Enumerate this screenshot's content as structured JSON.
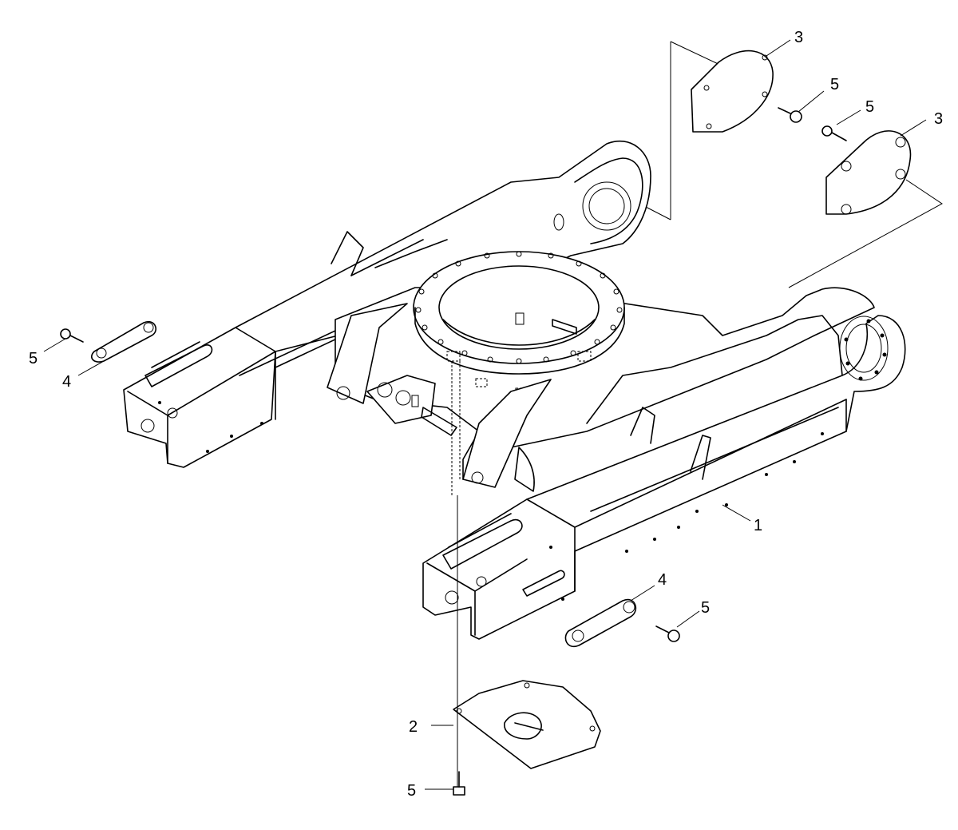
{
  "callouts": [
    {
      "id": "c1",
      "label": "1"
    },
    {
      "id": "c2",
      "label": "2"
    },
    {
      "id": "c3a",
      "label": "3"
    },
    {
      "id": "c3b",
      "label": "3"
    },
    {
      "id": "c4a",
      "label": "4"
    },
    {
      "id": "c4b",
      "label": "4"
    },
    {
      "id": "c5a",
      "label": "5"
    },
    {
      "id": "c5b",
      "label": "5"
    },
    {
      "id": "c5c",
      "label": "5"
    },
    {
      "id": "c5d",
      "label": "5"
    },
    {
      "id": "c5e",
      "label": "5"
    }
  ],
  "colors": {
    "line": "#000000",
    "background": "#ffffff"
  }
}
